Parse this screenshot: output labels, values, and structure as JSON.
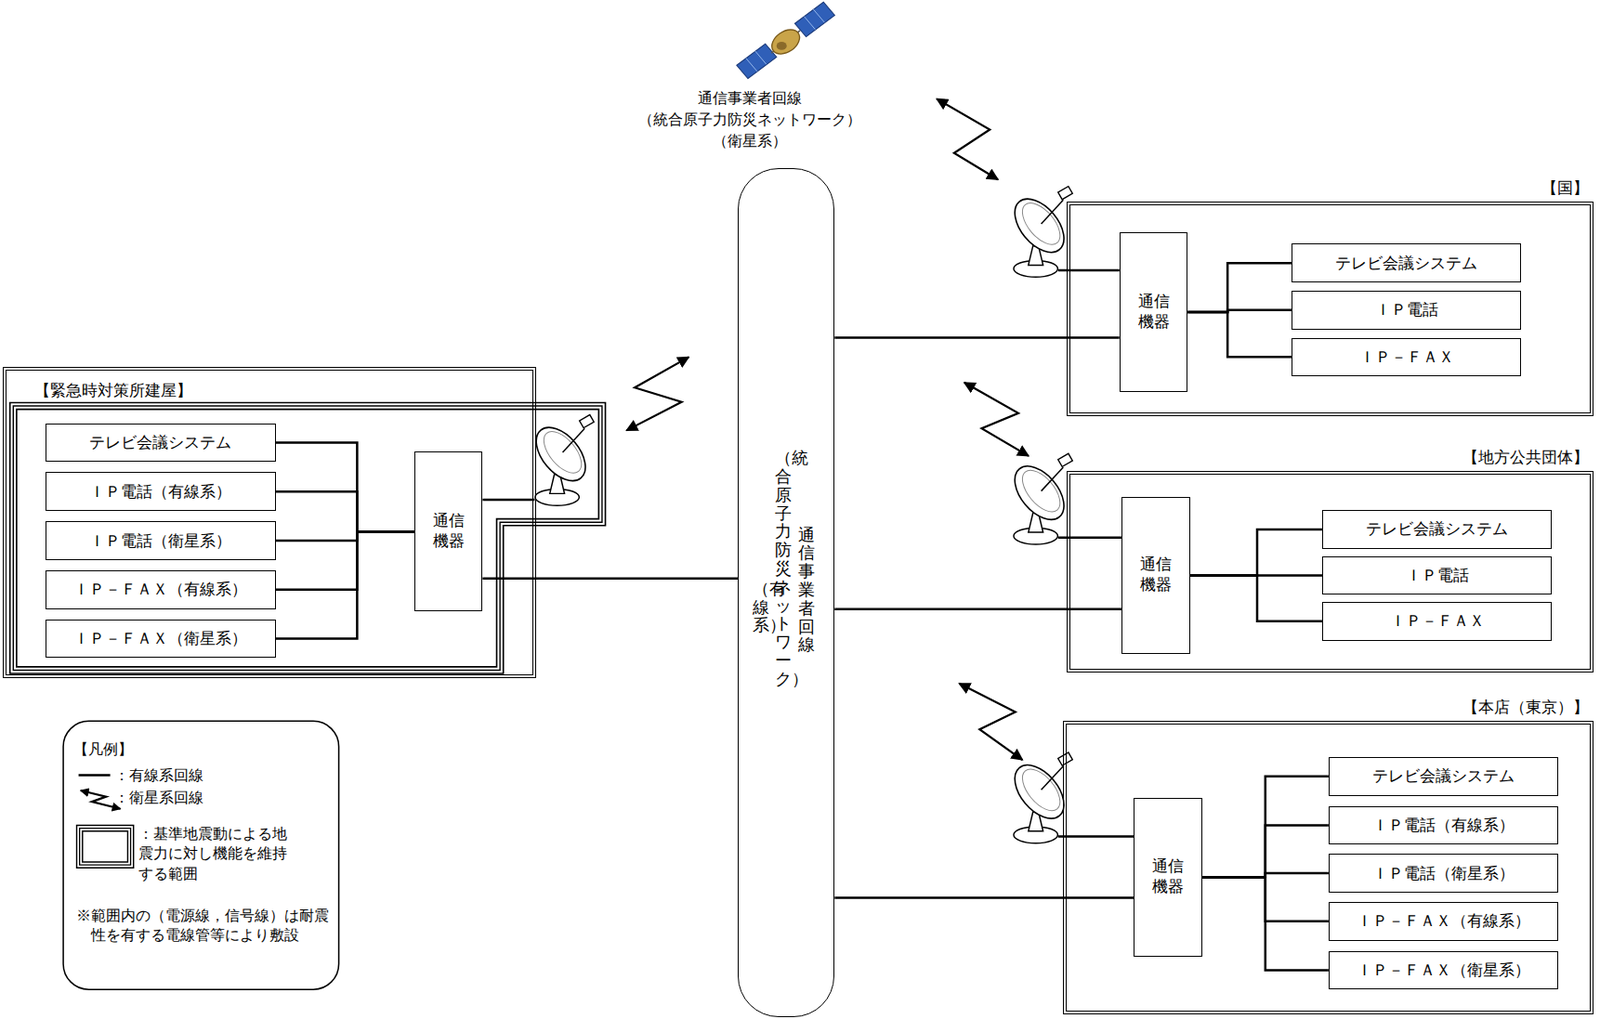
{
  "diagram": {
    "nodes": [
      {
        "text": [
          "【緊急時対策所建屋】"
        ]
      },
      {
        "text": [
          "テレビ会議システム"
        ],
        "in": 0
      },
      {
        "text": [
          "ＩＰ電話（有線系）"
        ],
        "in": 0
      },
      {
        "text": [
          "ＩＰ電話（衛星系）"
        ],
        "in": 0
      },
      {
        "text": [
          "ＩＰ－ＦＡＸ（有線系）"
        ],
        "in": 0
      },
      {
        "text": [
          "ＩＰ－ＦＡＸ（衛星系）"
        ],
        "in": 0
      },
      {
        "text": [
          "通信機器"
        ],
        "in": 0
      },
      {
        "text": [
          "通信事業者回線",
          "（統合原子力防災ネットワーク）",
          "（有線系）"
        ]
      },
      {
        "text": [
          "【国】"
        ]
      },
      {
        "text": [
          "通信機器"
        ],
        "in": 8
      },
      {
        "text": [
          "テレビ会議システム"
        ],
        "in": 8
      },
      {
        "text": [
          "ＩＰ電話"
        ],
        "in": 8
      },
      {
        "text": [
          "ＩＰ－ＦＡＸ"
        ],
        "in": 8
      },
      {
        "text": [
          "【地方公共団体】"
        ]
      },
      {
        "text": [
          "通信機器"
        ],
        "in": 13
      },
      {
        "text": [
          "テレビ会議システム"
        ],
        "in": 13
      },
      {
        "text": [
          "ＩＰ電話"
        ],
        "in": 13
      },
      {
        "text": [
          "ＩＰ－ＦＡＸ"
        ],
        "in": 13
      },
      {
        "text": [
          "【本店（東京）】"
        ]
      },
      {
        "text": [
          "通信機器"
        ],
        "in": 18
      },
      {
        "text": [
          "テレビ会議システム"
        ],
        "in": 18
      },
      {
        "text": [
          "ＩＰ電話（有線系）"
        ],
        "in": 18
      },
      {
        "text": [
          "ＩＰ電話（衛星系）"
        ],
        "in": 18
      },
      {
        "text": [
          "ＩＰ－ＦＡＸ（有線系）"
        ],
        "in": 18
      },
      {
        "text": [
          "ＩＰ－ＦＡＸ（衛星系）"
        ],
        "in": 18
      }
    ],
    "edges": [
      {
        "from": 1,
        "to": 6,
        "arrow": "none"
      },
      {
        "from": 2,
        "to": 6,
        "arrow": "none"
      },
      {
        "from": 3,
        "to": 6,
        "arrow": "none"
      },
      {
        "from": 4,
        "to": 6,
        "arrow": "none"
      },
      {
        "from": 5,
        "to": 6,
        "arrow": "none"
      },
      {
        "from": 6,
        "to": 7,
        "arrow": "none"
      },
      {
        "from": 7,
        "to": 9,
        "arrow": "none"
      },
      {
        "from": 7,
        "to": 14,
        "arrow": "none"
      },
      {
        "from": 7,
        "to": 19,
        "arrow": "none"
      },
      {
        "from": 9,
        "to": 10,
        "arrow": "none"
      },
      {
        "from": 9,
        "to": 11,
        "arrow": "none"
      },
      {
        "from": 9,
        "to": 12,
        "arrow": "none"
      },
      {
        "from": 14,
        "to": 15,
        "arrow": "none"
      },
      {
        "from": 14,
        "to": 16,
        "arrow": "none"
      },
      {
        "from": 14,
        "to": 17,
        "arrow": "none"
      },
      {
        "from": 19,
        "to": 20,
        "arrow": "none"
      },
      {
        "from": 19,
        "to": 21,
        "arrow": "none"
      },
      {
        "from": 19,
        "to": 22,
        "arrow": "none"
      },
      {
        "from": 19,
        "to": 23,
        "arrow": "none"
      },
      {
        "from": 19,
        "to": 24,
        "arrow": "none"
      }
    ],
    "labels": [
      "通信事業者回線",
      "（統合原子力防災ネットワーク）",
      "（衛星系）",
      "【凡例】",
      "※範囲内の（電源線，信号線）は耐震性を有する電線管等により敷設"
    ],
    "legend": [
      {
        "text": "：有線系回線"
      },
      {
        "text": "：衛星系回線"
      },
      {
        "text": "：基準地震動による地震力に対し機能を維持する範囲"
      }
    ]
  }
}
